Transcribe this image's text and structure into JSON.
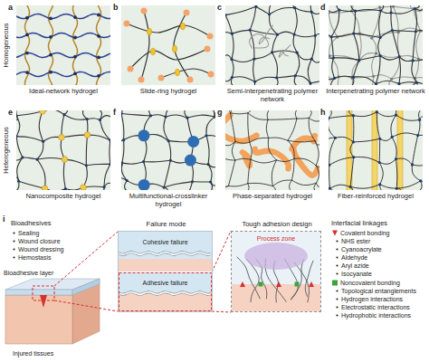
{
  "diagram": {
    "nodes": [
      {
        "text": [
          "a",
          "Ideal-network hydrogel"
        ]
      },
      {
        "text": [
          "b",
          "Slide-ring hydrogel"
        ]
      },
      {
        "text": [
          "c",
          "Semi-interpenetrating polymer network"
        ]
      },
      {
        "text": [
          "d",
          "Interpenetrating polymer network"
        ]
      },
      {
        "text": [
          "e",
          "Nanocomposite hydrogel"
        ]
      },
      {
        "text": [
          "f",
          "Multifunctional-crosslinker hydrogel"
        ]
      },
      {
        "text": [
          "g",
          "Phase-separated hydrogel"
        ]
      },
      {
        "text": [
          "h",
          "Fiber-reinforced hydrogel"
        ]
      },
      {
        "text": [
          "Failure mode"
        ]
      },
      {
        "text": [
          "Cohesive failure"
        ],
        "in": 8
      },
      {
        "text": [
          "Adhesive failure"
        ],
        "in": 8
      },
      {
        "text": [
          "Tough adhesion design"
        ]
      },
      {
        "text": [
          "Process zone"
        ],
        "in": 11
      }
    ],
    "edges": [
      {
        "from": 10,
        "to": 11,
        "arrow": "none"
      }
    ],
    "labels": [
      "Homogeneous",
      "Heterogeneous",
      "i",
      "Bioadhesives",
      "Sealing",
      "Wound closure",
      "Wound dressing",
      "Hemostasis",
      "Bioadhesive layer",
      "Injured tissues",
      "Interfacial linkages",
      "Covalent bonding",
      "NHS ester",
      "Cyanoacrylate",
      "Aldehyde",
      "Aryl azide",
      "Isocyanate",
      "Noncovalent bonding",
      "Topological entanglements",
      "Hydrogen interactions",
      "Electrostatic interactions",
      "Hydrophobic interactions"
    ]
  }
}
